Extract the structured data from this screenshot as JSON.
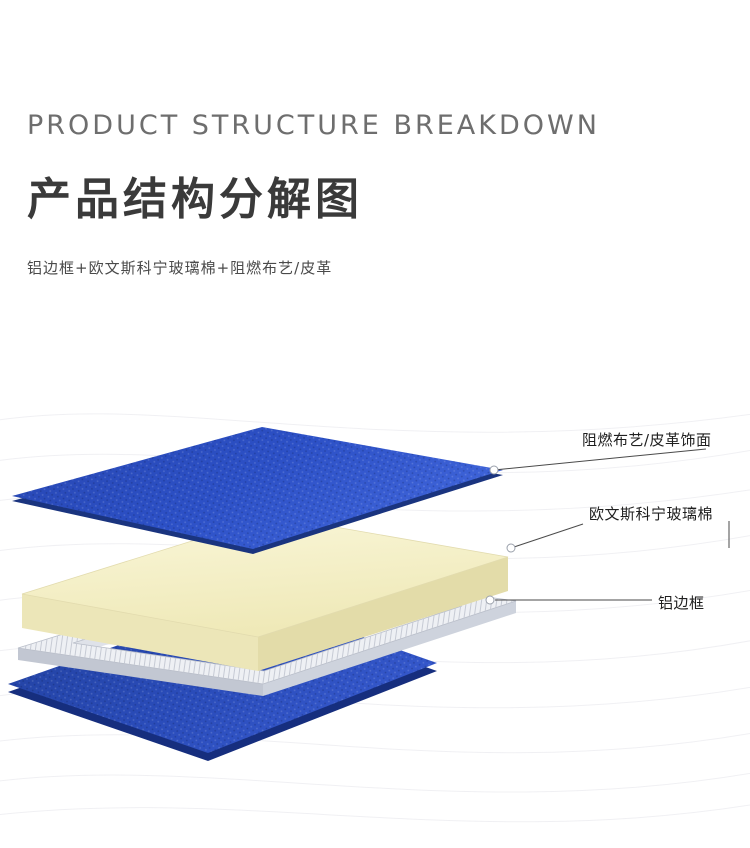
{
  "header": {
    "title_en": "PRODUCT STRUCTURE BREAKDOWN",
    "title_zh": "产品结构分解图",
    "subtitle": "铝边框+欧文斯科宁玻璃棉+阻燃布艺/皮革"
  },
  "diagram": {
    "labels": [
      {
        "id": "fabric-finish",
        "text": "阻燃布艺/皮革饰面"
      },
      {
        "id": "glasswool",
        "text": "欧文斯科宁玻璃棉"
      },
      {
        "id": "aluminum-frame",
        "text": "铝边框"
      }
    ],
    "layers": [
      {
        "name": "fabric-top-sheet",
        "color": "#2b4fc0"
      },
      {
        "name": "glasswool-board",
        "color": "#f6f2cc"
      },
      {
        "name": "aluminum-frame",
        "color": "#eef0f4"
      },
      {
        "name": "bottom-panel",
        "color": "#24429f"
      }
    ]
  },
  "colors": {
    "background": "#ffffff",
    "title_en": "#6e6e6e",
    "title_zh": "#3a3a3a",
    "subtitle": "#4a4a4a",
    "leader_line": "#4a4a4a",
    "wave_line": "#ededf1"
  }
}
